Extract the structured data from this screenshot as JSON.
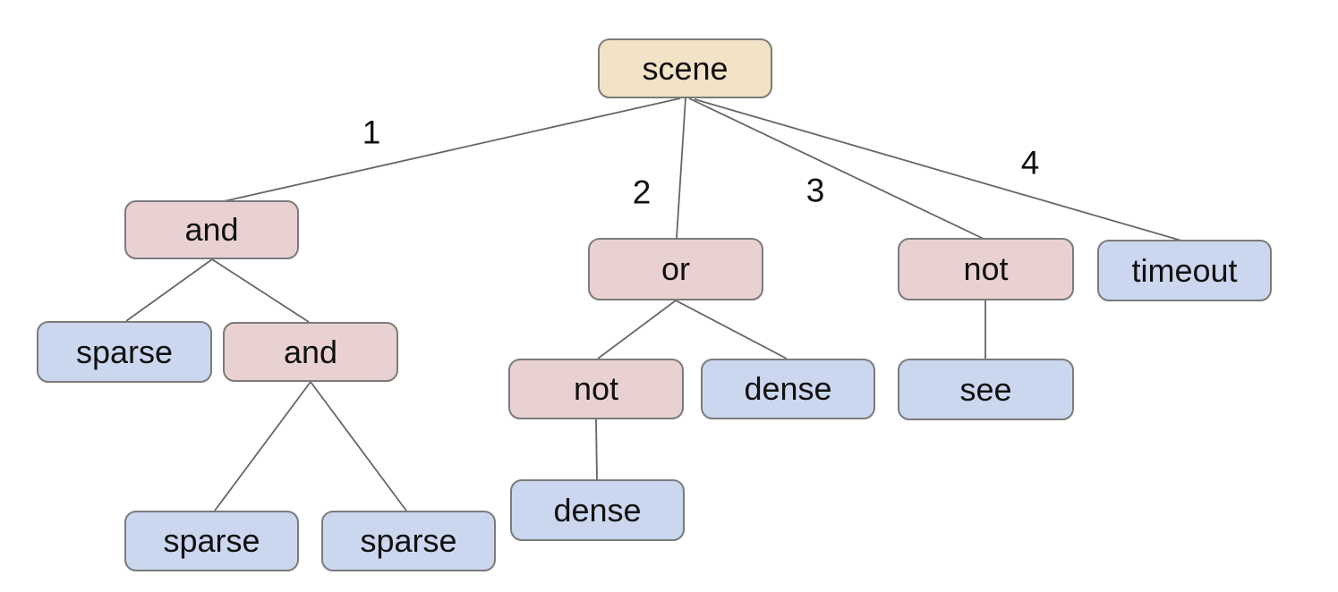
{
  "diagram": {
    "type": "behavior-tree",
    "colors": {
      "background": "#ffffff",
      "root_fill": "#f3e3c6",
      "operator_fill": "#ead1d1",
      "leaf_fill": "#cbd7ee",
      "node_border": "#7b7b7b",
      "edge_stroke": "#666666",
      "text": "#111111"
    },
    "tree": {
      "label": "scene",
      "children": [
        {
          "edge": "1",
          "label": "and",
          "children": [
            {
              "label": "sparse",
              "children": []
            },
            {
              "label": "and",
              "children": [
                {
                  "label": "sparse",
                  "children": []
                },
                {
                  "label": "sparse",
                  "children": []
                }
              ]
            }
          ]
        },
        {
          "edge": "2",
          "label": "or",
          "children": [
            {
              "label": "not",
              "children": [
                {
                  "label": "dense",
                  "children": []
                }
              ]
            },
            {
              "label": "dense",
              "children": []
            }
          ]
        },
        {
          "edge": "3",
          "label": "not",
          "children": [
            {
              "label": "see",
              "children": []
            }
          ]
        },
        {
          "edge": "4",
          "label": "timeout",
          "children": []
        }
      ]
    }
  }
}
